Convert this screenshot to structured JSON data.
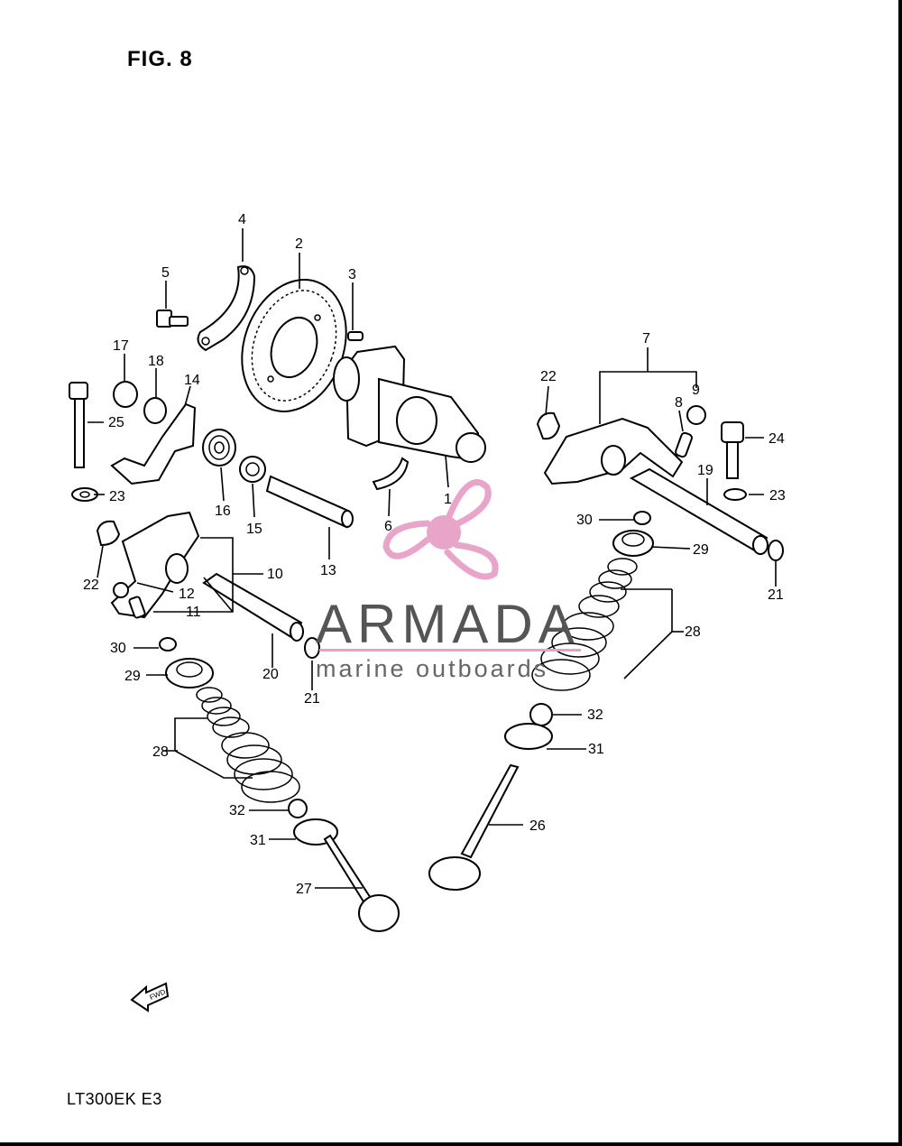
{
  "figure_title": "FIG. 8",
  "model_code": "LT300EK  E3",
  "forward_marker": "FWD",
  "watermark": {
    "brand": "ARMADA",
    "tagline": "marine outboards",
    "accent_color": "#e8a0c8",
    "text_color": "#555555"
  },
  "callouts": [
    "1",
    "2",
    "3",
    "4",
    "5",
    "6",
    "7",
    "8",
    "9",
    "10",
    "11",
    "12",
    "13",
    "14",
    "15",
    "16",
    "17",
    "18",
    "19",
    "20",
    "21",
    "21",
    "22",
    "22",
    "23",
    "23",
    "24",
    "25",
    "26",
    "27",
    "28",
    "28",
    "29",
    "29",
    "30",
    "30",
    "31",
    "31",
    "32",
    "32"
  ]
}
